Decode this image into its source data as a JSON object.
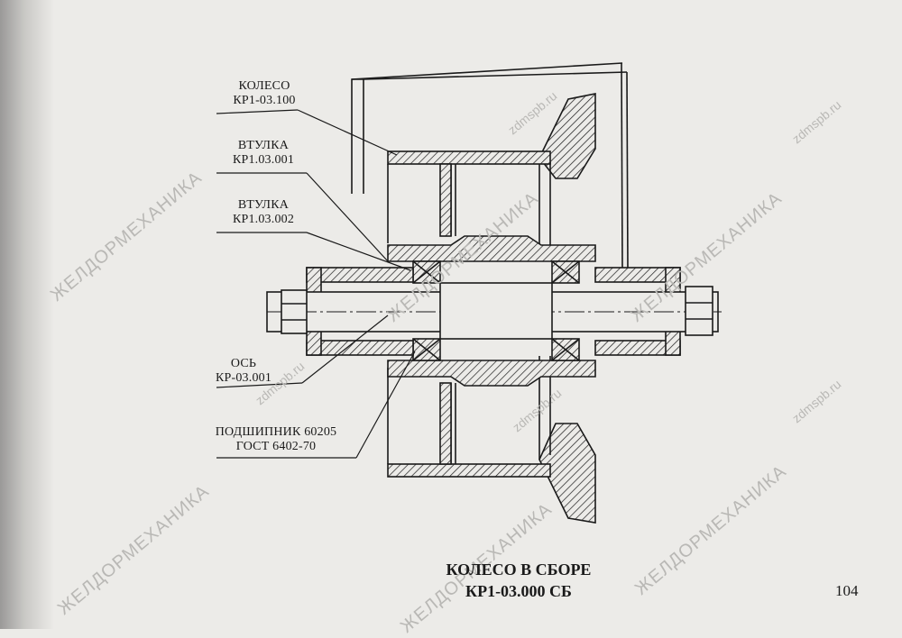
{
  "callouts": {
    "wheel": {
      "name": "КОЛЕСО",
      "code": "КР1-03.100"
    },
    "bushing1": {
      "name": "ВТУЛКА",
      "code": "КР1.03.001"
    },
    "bushing2": {
      "name": "ВТУЛКА",
      "code": "КР1.03.002"
    },
    "axle": {
      "name": "ОСЬ",
      "code": "КР-03.001"
    },
    "bearing": {
      "name": "ПОДШИПНИК 60205",
      "code": "ГОСТ 6402-70"
    }
  },
  "caption": {
    "title": "КОЛЕСО В СБОРЕ",
    "code": "КР1-03.000 СБ"
  },
  "page_number": "104",
  "watermarks": {
    "brand": "ЖЕЛДОРМЕХАНИКА",
    "site": "zdmspb.ru"
  },
  "colors": {
    "paper": "#ecebe8",
    "ink": "#1a1a1a",
    "watermark": "#b9b8b5"
  }
}
